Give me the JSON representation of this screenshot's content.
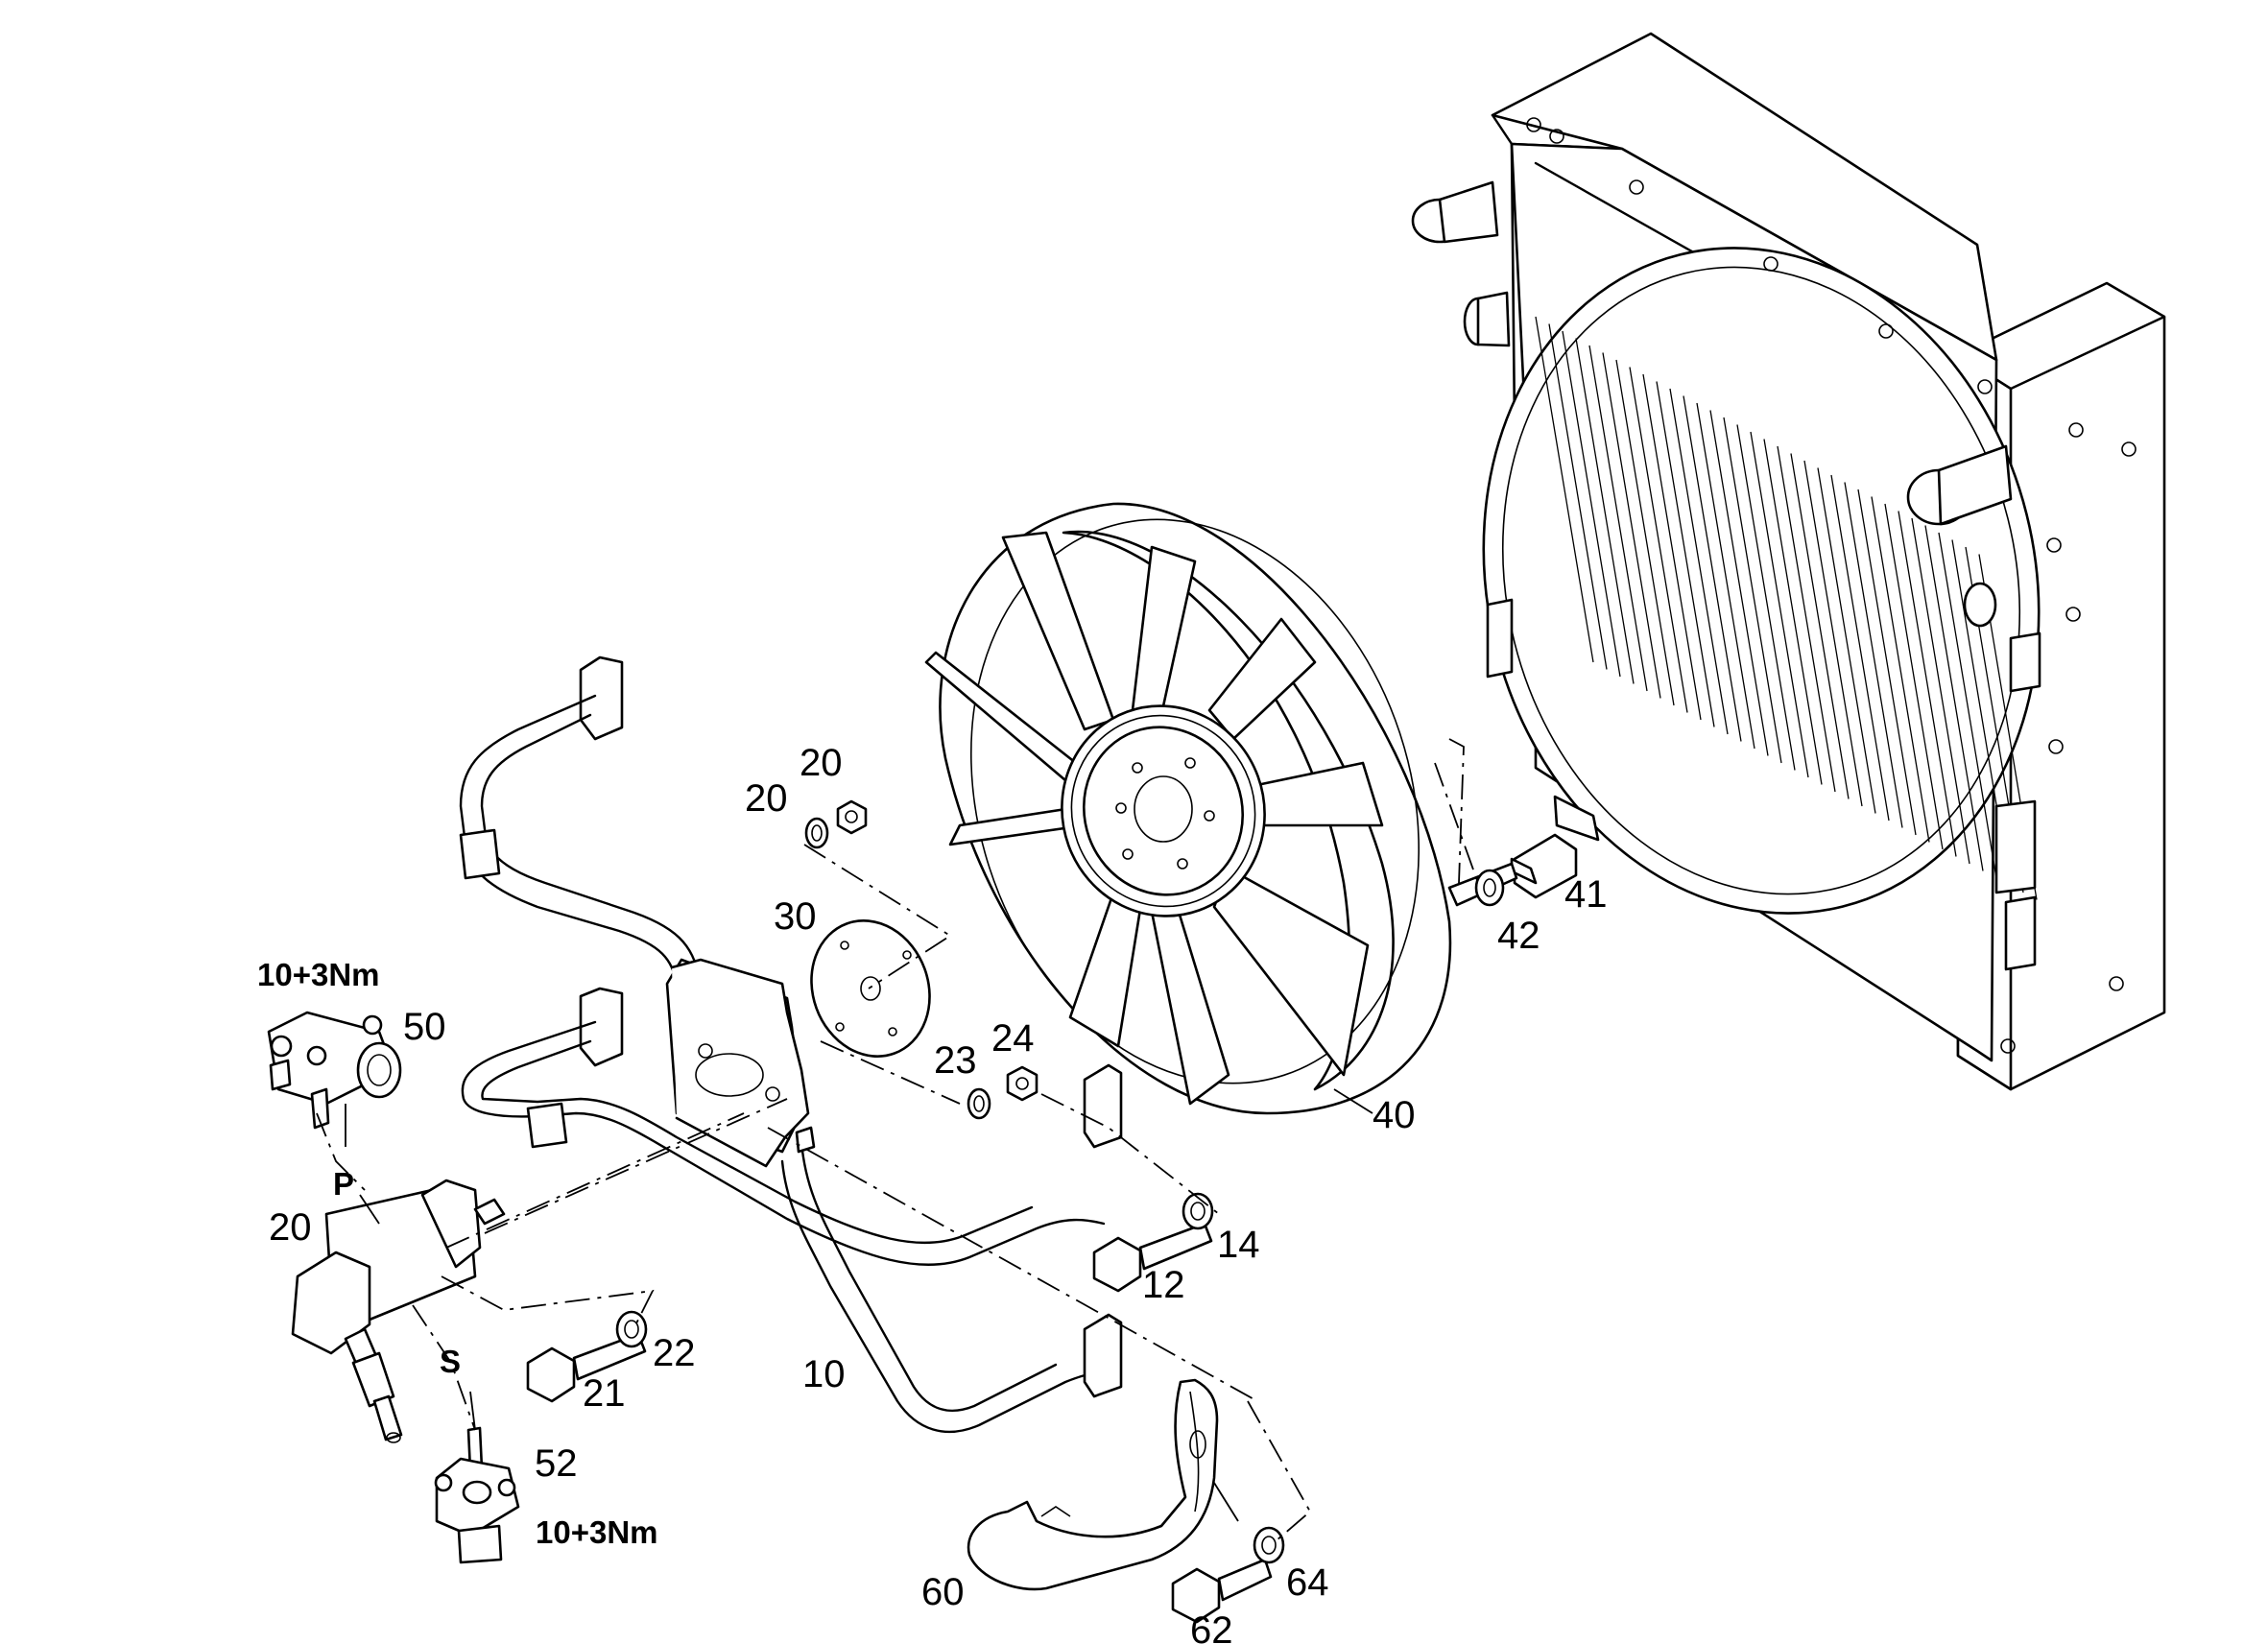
{
  "labels": {
    "p10": "10",
    "p12": "12",
    "p14": "14",
    "p20_nut": "20",
    "p20_washer": "20",
    "p20_sensor": "20",
    "p21": "21",
    "p22": "22",
    "p23": "23",
    "p24": "24",
    "p30": "30",
    "p40": "40",
    "p41": "41",
    "p42": "42",
    "p50": "50",
    "p52": "52",
    "p60": "60",
    "p62": "62",
    "p64": "64",
    "port_p": "P",
    "port_s": "S",
    "torque_top": "10+3Nm",
    "torque_bottom": "10+3Nm"
  }
}
